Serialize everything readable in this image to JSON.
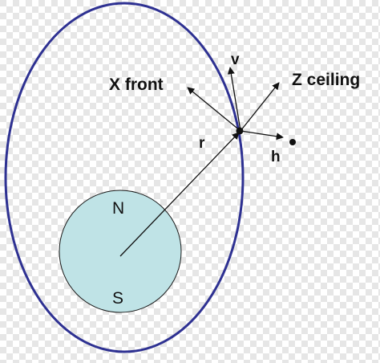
{
  "labels": {
    "x_front": "X front",
    "v": "v",
    "z_ceiling": "Z ceiling",
    "r": "r",
    "h": "h",
    "north": "N",
    "south": "S"
  },
  "colors": {
    "checker_light": "#ffffff",
    "checker_dark": "#e6e6e6",
    "orbit": "#2e3192",
    "planet_fill": "#bfe3e6",
    "planet_stroke": "#1a1a1a",
    "arrow": "#111111"
  }
}
